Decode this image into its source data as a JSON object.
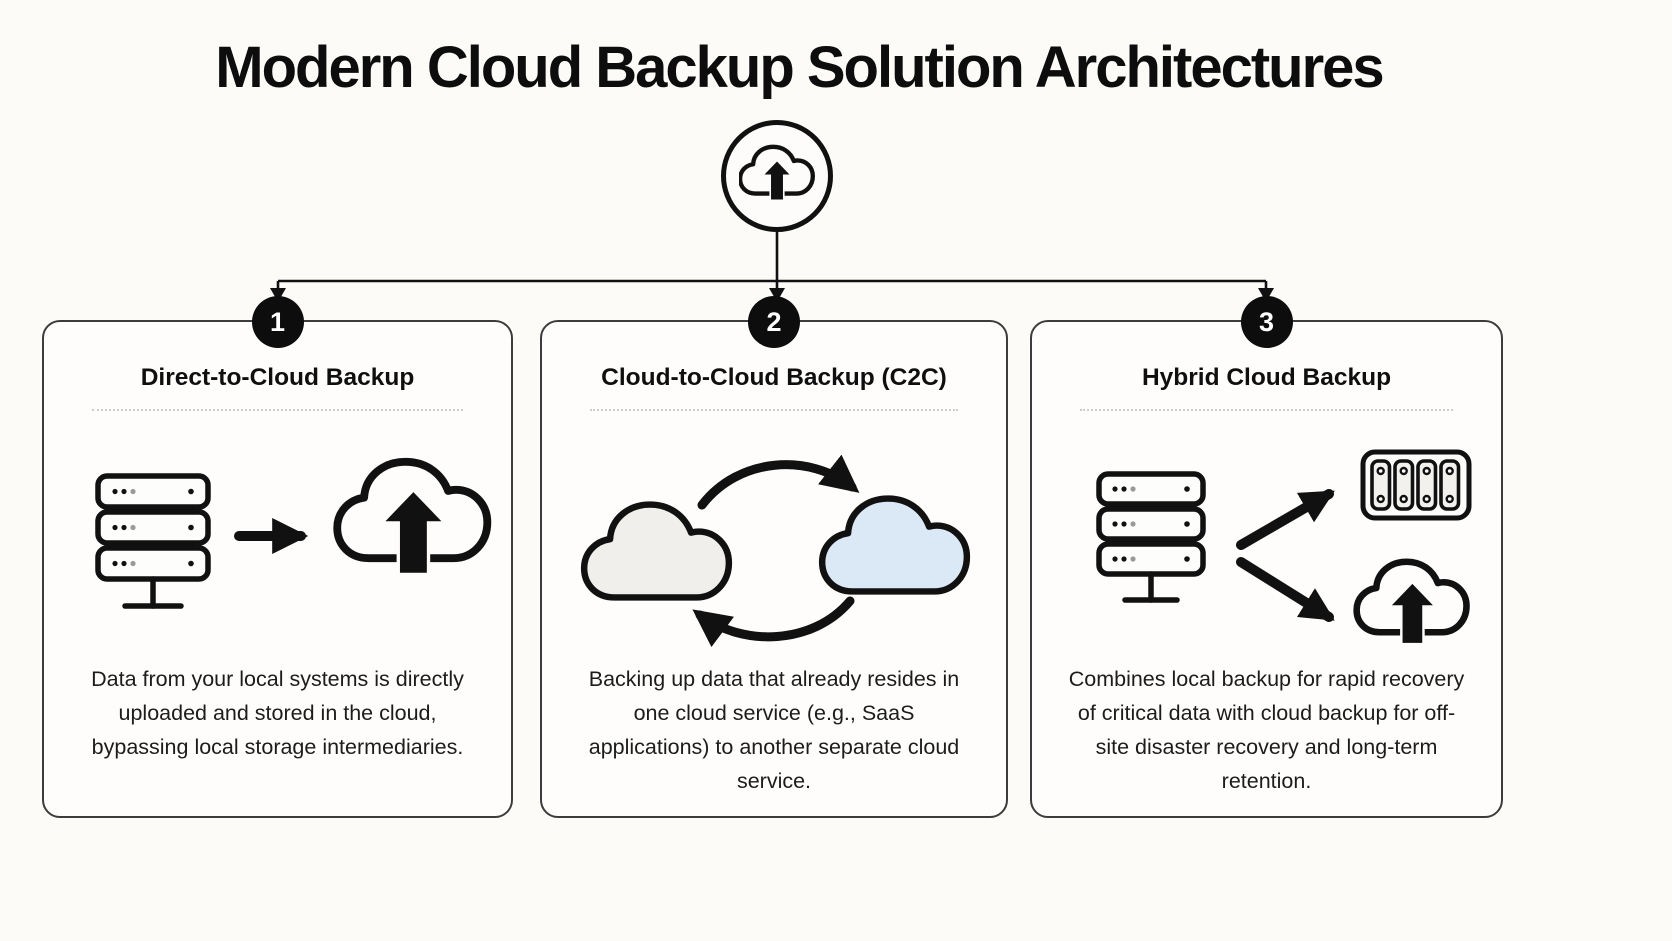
{
  "page": {
    "title": "Modern Cloud Backup Solution Architectures"
  },
  "root": {
    "icon": "cloud-upload-icon"
  },
  "cards": [
    {
      "number": "1",
      "title": "Direct-to-Cloud Backup",
      "icons": [
        "server-stack-icon",
        "arrow-right-icon",
        "cloud-upload-icon"
      ],
      "description": "Data from your local systems is directly uploaded and stored in the cloud, bypassing local storage intermediaries."
    },
    {
      "number": "2",
      "title": "Cloud-to-Cloud Backup (C2C)",
      "icons": [
        "source-cloud-icon",
        "sync-arrows-icon",
        "destination-cloud-icon"
      ],
      "description": "Backing up data that already resides in one cloud service (e.g., SaaS applications) to another separate cloud service."
    },
    {
      "number": "3",
      "title": "Hybrid Cloud Backup",
      "icons": [
        "server-stack-icon",
        "split-arrows-icon",
        "nas-storage-icon",
        "cloud-upload-icon"
      ],
      "description": "Combines local backup for rapid recovery of critical data with cloud backup for off-site disaster recovery and long-term retention."
    }
  ],
  "colors": {
    "background": "#fcfbf8",
    "ink": "#111111",
    "card_border": "#3c3c3c",
    "badge_bg": "#0d0d0d",
    "badge_text": "#ffffff",
    "divider": "#cfcdc9",
    "cloud_gray_fill": "#f0efec",
    "cloud_blue_fill": "#dbe8f6"
  }
}
